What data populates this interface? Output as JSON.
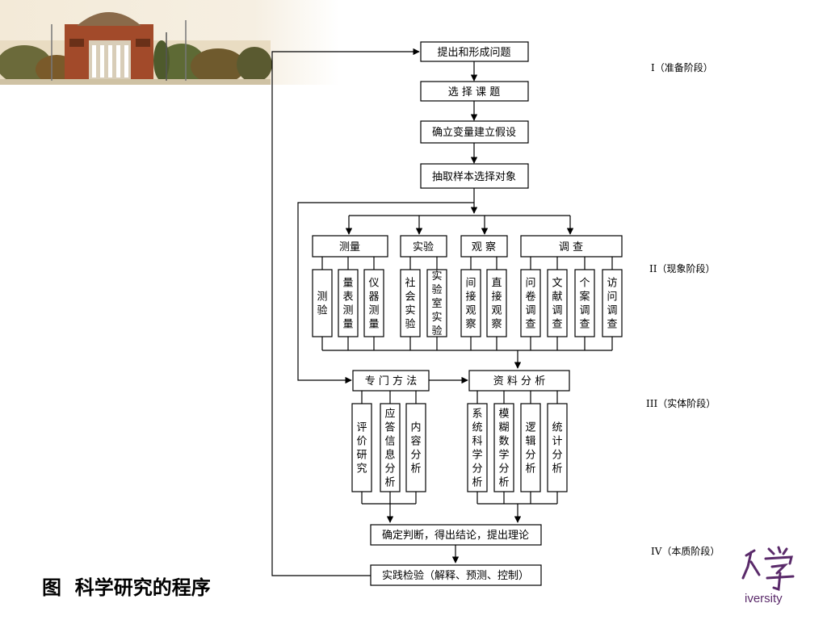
{
  "flow": {
    "s1": "提出和形成问题",
    "s2": "选 择 课 题",
    "s3": "确立变量建立假设",
    "s4": "抽取样本选择对象",
    "method_groups": [
      "测量",
      "实验",
      "观 察",
      "调 查"
    ],
    "methods": [
      "测验",
      "量表测量",
      "仪器测量",
      "社会实验",
      "实验室实验",
      "间接观察",
      "直接观察",
      "问卷调查",
      "文献调查",
      "个案调查",
      "访问调查"
    ],
    "special_methods": "专 门 方 法",
    "data_analysis": "资 料 分 析",
    "special_items": [
      "评价研究",
      "应答信息分析",
      "内容分析"
    ],
    "analysis_items": [
      "系统科学分析",
      "模糊数学分析",
      "逻辑分析",
      "统计分析"
    ],
    "conclusion": "确定判断，得出结论，提出理论",
    "practice": "实践检验（解释、预测、控制）"
  },
  "stages": [
    "I（准备阶段）",
    "II（现象阶段）",
    "III（实体阶段）",
    "IV（本质阶段）"
  ],
  "caption": "图  科学研究的程序",
  "logo": {
    "script": "大学",
    "text": "iversity",
    "color": "#5a2a6a"
  }
}
